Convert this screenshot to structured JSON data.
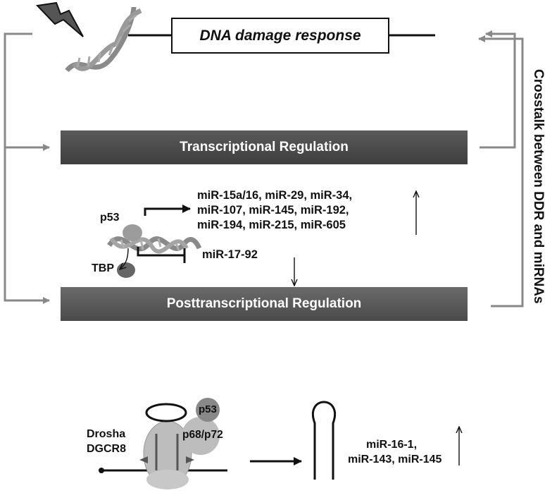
{
  "top": {
    "dna_damage_label": "DNA damage response"
  },
  "transcriptional": {
    "title": "Transcriptional Regulation",
    "p53_label": "p53",
    "tbp_label": "TBP",
    "upregulated": [
      "miR-15a/16, miR-29, miR-34,",
      "miR-107, miR-145, miR-192,",
      "miR-194, miR-215, miR-605"
    ],
    "downregulated": "miR-17-92"
  },
  "posttranscriptional": {
    "title": "Posttranscriptional Regulation",
    "drosha_label": "Drosha",
    "dgcr8_label": "DGCR8",
    "p53_label": "p53",
    "p68_label": "p68/p72",
    "upregulated": [
      "miR-16-1,",
      "miR-143, miR-145"
    ]
  },
  "side": {
    "crosstalk_label": "Crosstalk between DDR and miRNAs"
  },
  "colors": {
    "bar_dark": "#4a4a4a",
    "connector_gray": "#888888",
    "blob_gray": "#a8a8a8"
  }
}
